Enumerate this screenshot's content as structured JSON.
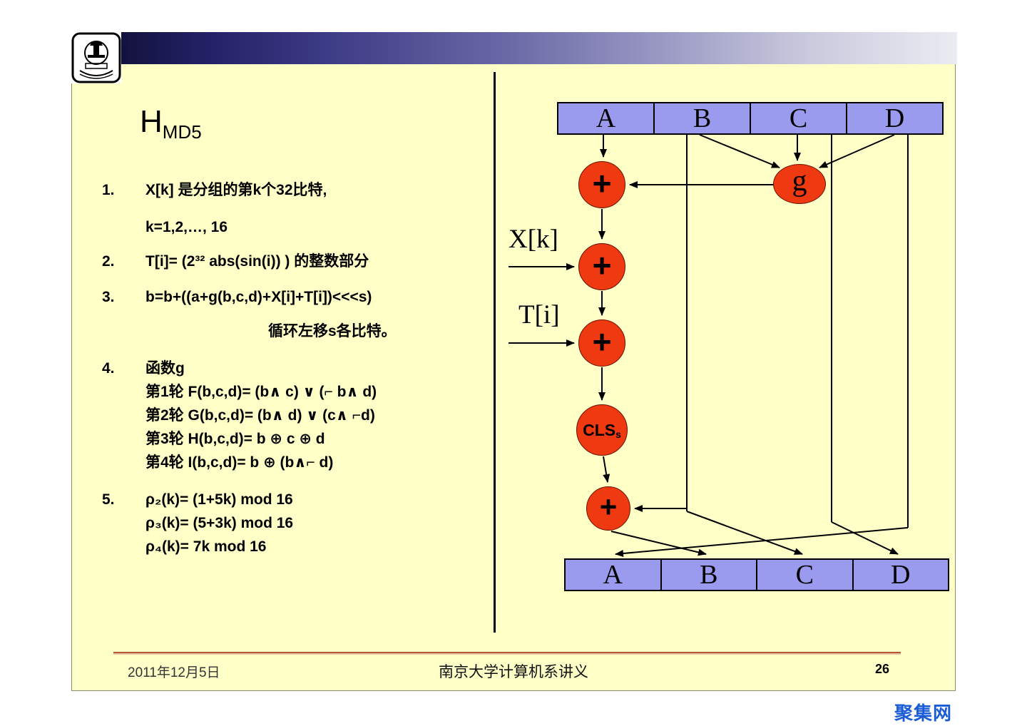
{
  "slide": {
    "title": {
      "main": "H",
      "sub": "MD5"
    },
    "list": [
      {
        "num": "1.",
        "lines": [
          "X[k] 是分组的第k个32比特,",
          "k=1,2,…, 16"
        ]
      },
      {
        "num": "2.",
        "lines": [
          "T[i]= (2³² abs(sin(i)) ) 的整数部分"
        ]
      },
      {
        "num": "3.",
        "lines": [
          "b=b+((a+g(b,c,d)+X[i]+T[i])<<<s)",
          "循环左移s各比特。"
        ]
      },
      {
        "num": "4.",
        "lines": [
          "函数g",
          "第1轮 F(b,c,d)= (b∧ c) ∨ (⌐ b∧ d)",
          "第2轮 G(b,c,d)= (b∧ d) ∨ (c∧ ⌐d)",
          "第3轮 H(b,c,d)= b ⊕ c ⊕ d",
          "第4轮 I(b,c,d)= b ⊕ (b∧⌐ d)"
        ]
      },
      {
        "num": "5.",
        "lines": [
          "ρ₂(k)= (1+5k) mod 16",
          "ρ₃(k)= (5+3k) mod 16",
          "ρ₄(k)= 7k  mod 16"
        ]
      }
    ],
    "footer": {
      "date": "2011年12月5日",
      "source": "南京大学计算机系讲义",
      "page": "26"
    }
  },
  "diagram": {
    "top_registers": [
      "A",
      "B",
      "C",
      "D"
    ],
    "bottom_registers": [
      "A",
      "B",
      "C",
      "D"
    ],
    "add_label": "+",
    "g_label": "g",
    "cls": {
      "label": "CLS",
      "sub": "s"
    },
    "xk_label": "X[k]",
    "ti_label": "T[i]"
  },
  "watermark": "聚集网",
  "colors": {
    "slide_bg": "#FFFFC8",
    "register_fill": "#9A9AEE",
    "node_fill": "#EE3911",
    "divider": "#000000",
    "footer_rule": "#B35A33",
    "watermark_blue": "#1A5CD6",
    "banner_gradient_start": "#13123E",
    "banner_gradient_end": "#EBEBF2"
  }
}
